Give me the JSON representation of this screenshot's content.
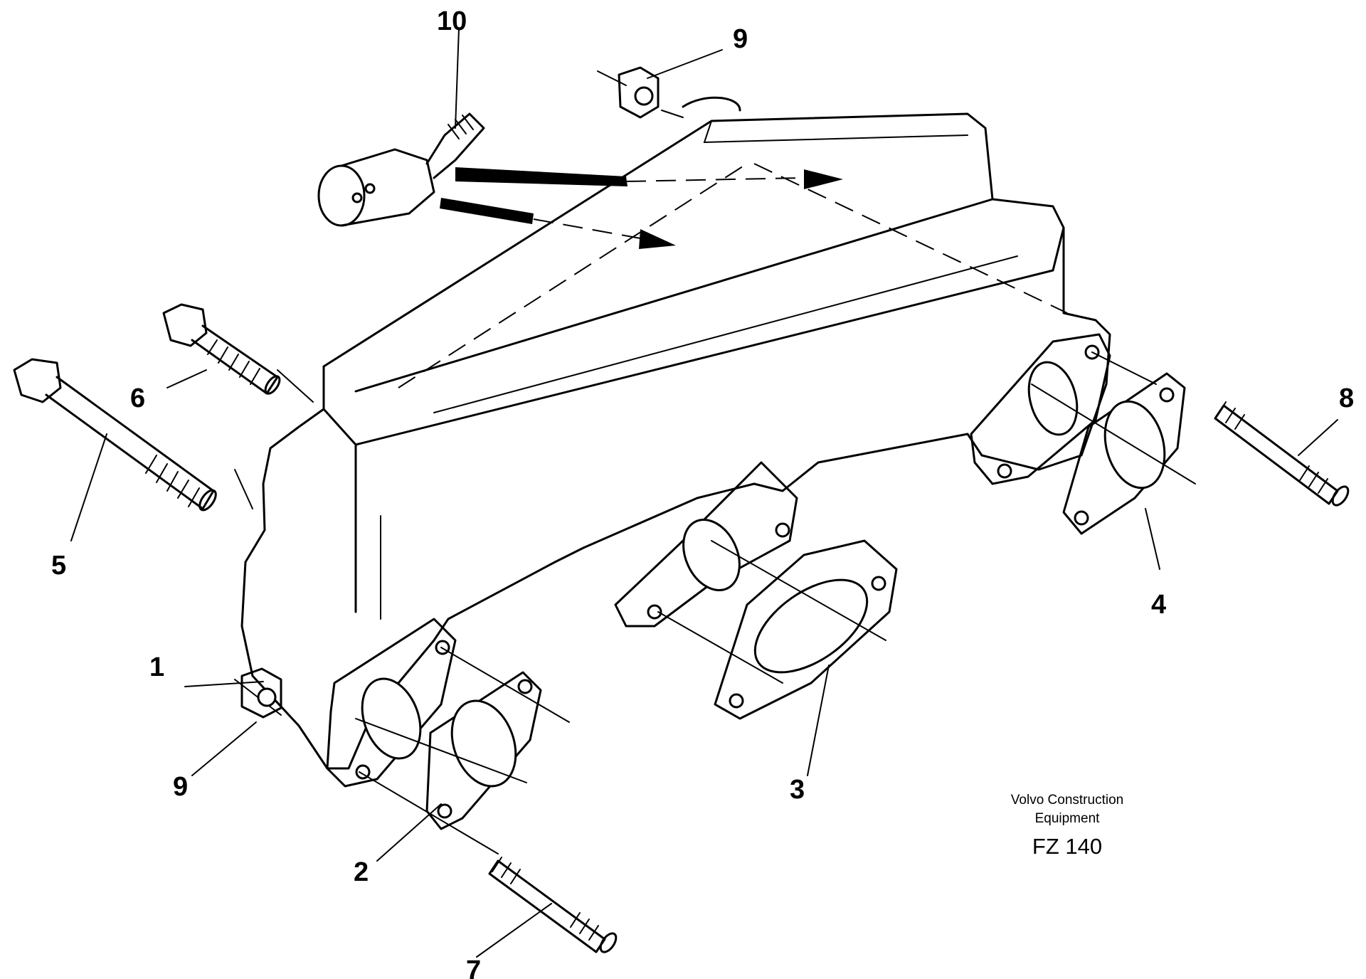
{
  "labels": [
    "1",
    "2",
    "3",
    "4",
    "5",
    "6",
    "7",
    "8",
    "9",
    "9",
    "10"
  ],
  "caption": {
    "line1": "Volvo Construction",
    "line2": "Equipment",
    "code": "FZ 140"
  }
}
